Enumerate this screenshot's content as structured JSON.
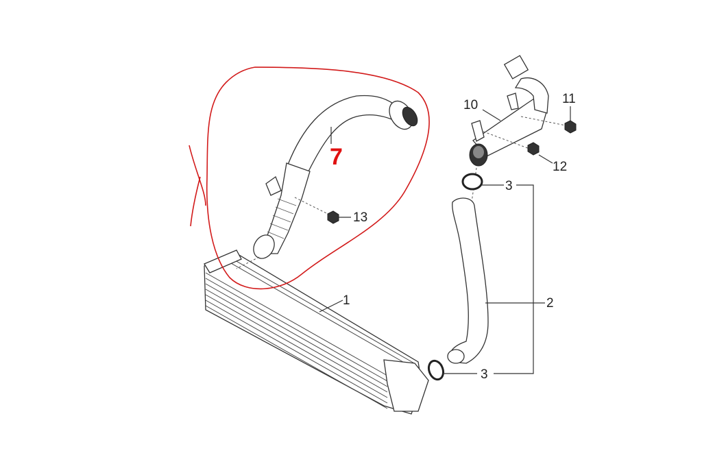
{
  "callouts": {
    "part_1": "1",
    "part_2": "2",
    "part_3_top": "3",
    "part_3_bottom": "3",
    "part_7": "7",
    "part_10": "10",
    "part_11": "11",
    "part_12": "12",
    "part_13": "13"
  },
  "colors": {
    "annotation": "#e01010",
    "line": "#333333"
  }
}
